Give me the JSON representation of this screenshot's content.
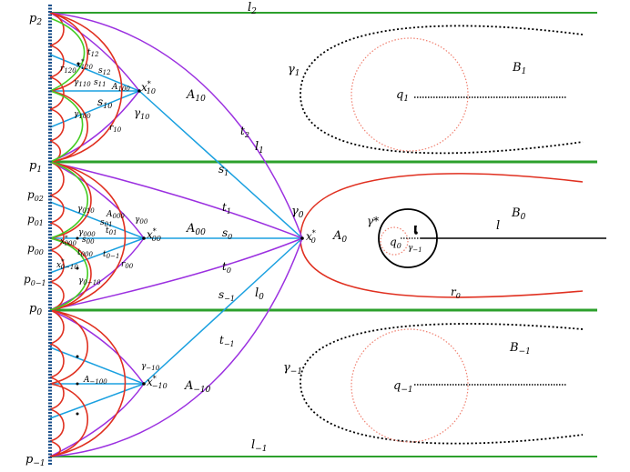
{
  "colors": {
    "green": "#2ca02c",
    "red": "#e03020",
    "purple": "#9b30e0",
    "blue": "#1aa0e0",
    "black": "#000000",
    "dotted_red": "#f08070",
    "axis": "#1a4f8a"
  },
  "labels": {
    "l2": "l",
    "l2_sub": "2",
    "l1": "l",
    "l1_sub": "1",
    "lm1": "l",
    "lm1_sub": "−1",
    "l": "l",
    "p2": "p",
    "p2_sub": "2",
    "p1": "p",
    "p1_sub": "1",
    "p02": "p",
    "p02_sub": "02",
    "p01": "p",
    "p01_sub": "01",
    "p00": "p",
    "p00_sub": "00",
    "p0m1": "p",
    "p0m1_sub": "0−1",
    "p0": "p",
    "p0_sub": "0",
    "pm1": "p",
    "pm1_sub": "−1",
    "B1": "B",
    "B1_sub": "1",
    "B0": "B",
    "B0_sub": "0",
    "Bm1": "B",
    "Bm1_sub": "−1",
    "q1": "q",
    "q1_sub": "1",
    "q0": "q",
    "q0_sub": "0",
    "qm1": "q",
    "qm1_sub": "−1",
    "gamma1": "γ",
    "gamma1_sub": "1",
    "gamma0": "γ",
    "gamma0_sub": "0",
    "gammam1": "γ",
    "gammam1_sub": "−1",
    "gamma_star": "γ*",
    "gamma_star_m1": "γ",
    "gamma_star_m1_sub": "−1",
    "A10": "A",
    "A10_sub": "10",
    "A00": "A",
    "A00_sub": "00",
    "A0": "A",
    "A0_sub": "0",
    "Am10": "A",
    "Am10_sub": "−10",
    "A100": "A",
    "A100_sub": "100",
    "A000": "A",
    "A000_sub": "000",
    "Am100": "A",
    "Am100_sub": "−100",
    "x10": "x",
    "x10_sub": "10",
    "x00": "x",
    "x00_sub": "00",
    "x0": "x",
    "x0_sub": "0",
    "xm10": "x",
    "xm10_sub": "−10",
    "x000": "x",
    "x000_sub": "000",
    "x0m10": "x",
    "x0m10_sub": "0−10",
    "x120": "x",
    "x120_sub": "120",
    "t12": "t",
    "t12_sub": "12",
    "t2": "t",
    "t2_sub": "2",
    "t1": "t",
    "t1_sub": "1",
    "t0": "t",
    "t0_sub": "0",
    "tm1": "t",
    "tm1_sub": "−1",
    "s12": "s",
    "s12_sub": "12",
    "s11": "s",
    "s11_sub": "11",
    "s10": "s",
    "s10_sub": "10",
    "s1": "s",
    "s1_sub": "1",
    "s0": "s",
    "s0_sub": "0",
    "sm1": "s",
    "sm1_sub": "−1",
    "s01": "s",
    "s01_sub": "01",
    "s00": "s",
    "s00_sub": "00",
    "r120": "r",
    "r120_sub": "120",
    "r10": "r",
    "r10_sub": "10",
    "r00": "r",
    "r00_sub": "00",
    "r0": "r",
    "r0_sub": "0",
    "gamma110": "γ",
    "gamma110_sub": "110",
    "gamma100": "γ",
    "gamma100_sub": "100",
    "gamma10": "γ",
    "gamma10_sub": "10",
    "gamma010": "γ",
    "gamma010_sub": "010",
    "gamma00": "γ",
    "gamma00_sub": "00",
    "gamma000": "γ",
    "gamma000_sub": "000",
    "gamma0m10": "γ",
    "gamma0m10_sub": "0−10",
    "gammam10": "γ",
    "gammam10_sub": "−10",
    "t01": "t",
    "t01_sub": "01",
    "t0m1": "t",
    "t0m1_sub": "0−1",
    "t000": "t",
    "t000_sub": "000",
    "l0": "l",
    "l0_sub": "0",
    "one": "1"
  }
}
